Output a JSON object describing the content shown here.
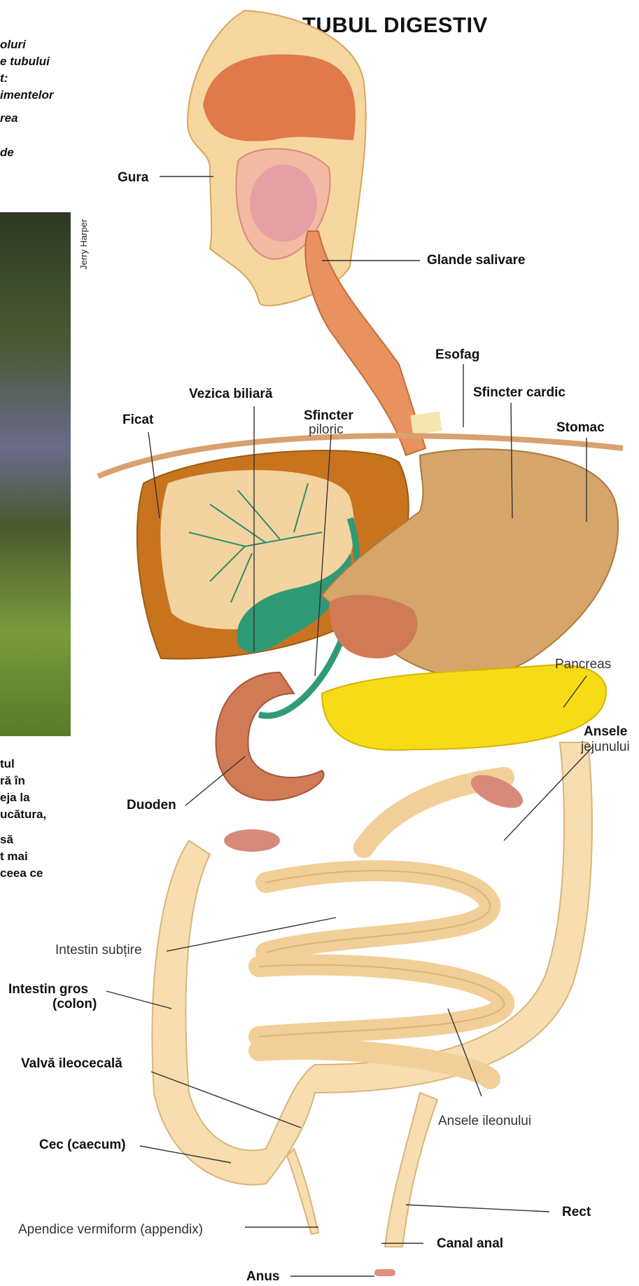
{
  "title": "TUBUL DIGESTIV",
  "credit": "Jerry Harper",
  "intro_text": [
    "oluri",
    "e tubului",
    "t:",
    "imentelor",
    "rea",
    "de"
  ],
  "bottom_text": [
    "tul",
    "ră în",
    "eja la",
    "ucătura,",
    "să",
    "t mai",
    "ceea ce"
  ],
  "labels": {
    "gura": "Gura",
    "glande": "Glande salivare",
    "esofag": "Esofag",
    "sf_cardic": "Sfincter cardic",
    "vezica": "Vezica biliară",
    "sf_piloric_1": "Sfincter",
    "sf_piloric_2": "piloric",
    "ficat": "Ficat",
    "stomac": "Stomac",
    "pancreas": "Pancreas",
    "jejun_1": "Ansele",
    "jejun_2": "jejunului",
    "duoden": "Duoden",
    "intestin_subtire": "Intestin subțire",
    "intestin_gros_1": "Intestin gros",
    "intestin_gros_2": "(colon)",
    "valva": "Valvă ileocecală",
    "ileon": "Ansele ileonului",
    "cec": "Cec (caecum)",
    "rect": "Rect",
    "apendice": "Apendice vermiform (appendix)",
    "canal_anal": "Canal anal",
    "anus": "Anus"
  },
  "colors": {
    "head": "#e07a4a",
    "skin": "#f6d7a0",
    "liver": "#c8741e",
    "bile": "#2e9a76",
    "stomach": "#d6a56a",
    "pancreas": "#f5dc17",
    "intestine": "#f7ddb0",
    "duodenum": "#d07a56"
  }
}
